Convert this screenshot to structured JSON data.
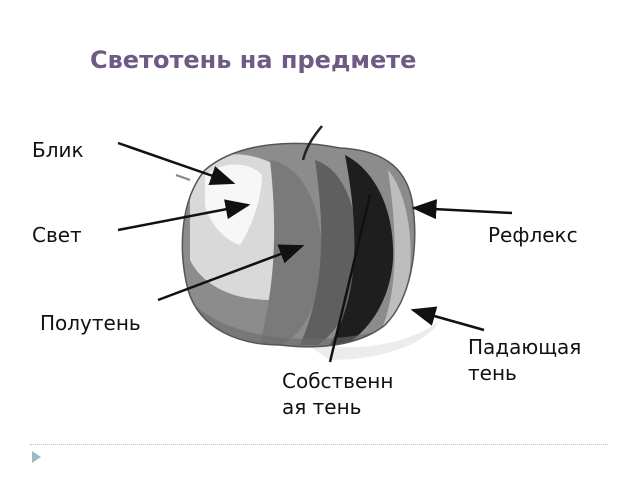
{
  "title": "Светотень на предмете",
  "labels": {
    "highlight": "Блик",
    "light": "Свет",
    "halftone": "Полутень",
    "reflex": "Рефлекс",
    "cast_shadow_line1": "Падающая",
    "cast_shadow_line2": "тень",
    "own_shadow_line1": "Собственн",
    "own_shadow_line2": "ая тень"
  }
}
